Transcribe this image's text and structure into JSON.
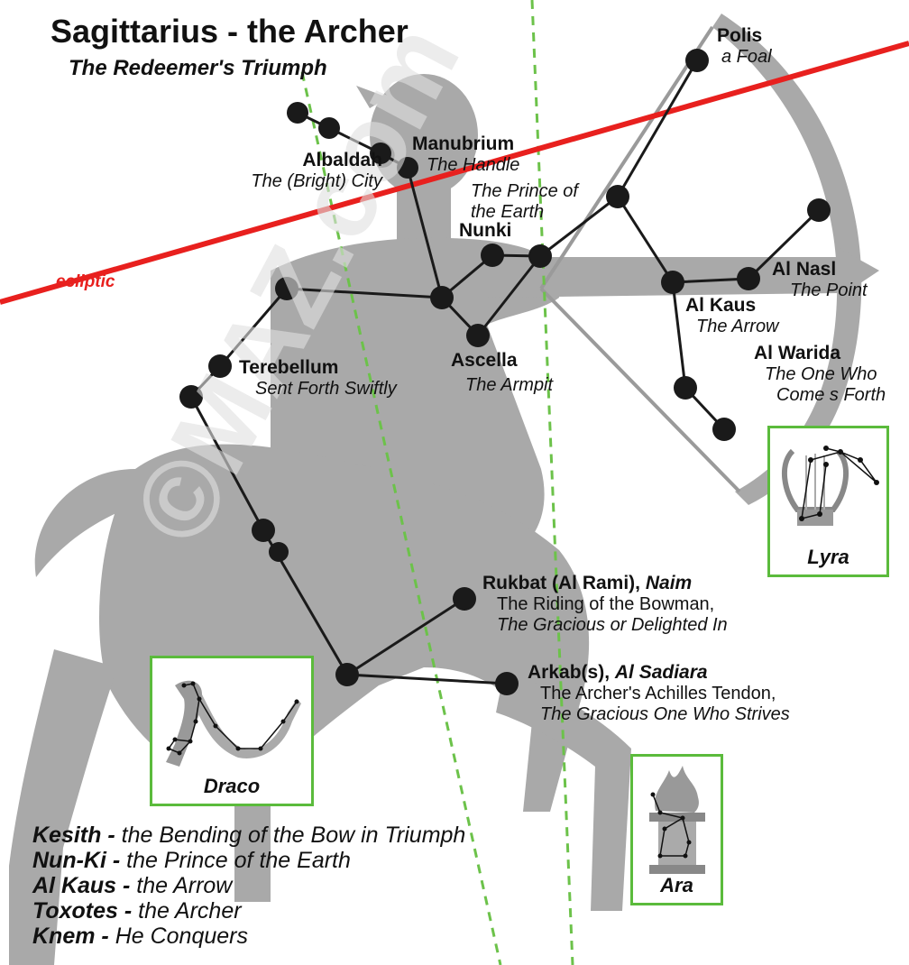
{
  "title": "Sagittarius - the Archer",
  "subtitle": "The Redeemer's Triumph",
  "ecliptic_label": "ecliptic",
  "watermark": "©MAZ.com",
  "colors": {
    "ecliptic": "#e8201e",
    "guide_lines": "#6cc24a",
    "inset_border": "#5bbb3c",
    "silhouette": "#a9a9a9",
    "stars": "#1a1a1a"
  },
  "stars": {
    "polis": {
      "name": "Polis",
      "translation": "a Foal"
    },
    "albaldah": {
      "name": "Albaldah",
      "translation": "The (Bright) City"
    },
    "manubrium": {
      "name": "Manubrium",
      "translation": "The Handle"
    },
    "prince": {
      "translation_line1": "The Prince of",
      "translation_line2": "the Earth"
    },
    "nunki": {
      "name": "Nunki"
    },
    "al_nasl": {
      "name": "Al Nasl",
      "translation": "The Point"
    },
    "al_kaus": {
      "name": "Al Kaus",
      "translation": "The Arrow"
    },
    "al_warida": {
      "name": "Al Warida",
      "translation_line1": "The One Who",
      "translation_line2": "Come s Forth"
    },
    "terebellum": {
      "name": "Terebellum",
      "translation": "Sent Forth Swiftly"
    },
    "ascella": {
      "name": "Ascella",
      "translation": "The Armpit"
    },
    "rukbat": {
      "name": "Rukbat (Al Rami), ",
      "name_italic": "Naim",
      "translation_line1": "The Riding of the Bowman,",
      "translation_line2": "The Gracious or Delighted In"
    },
    "arkab": {
      "name": "Arkab(s), ",
      "name_italic": "Al Sadiara",
      "translation_line1": "The Archer's Achilles Tendon,",
      "translation_line2": "The Gracious One Who Strives"
    }
  },
  "insets": {
    "lyra": "Lyra",
    "draco": "Draco",
    "ara": "Ara"
  },
  "names_list": [
    {
      "term": "Kesith - ",
      "meaning": "the Bending of the Bow in Triumph"
    },
    {
      "term": "Nun-Ki - ",
      "meaning": "the Prince of the Earth"
    },
    {
      "term": "Al Kaus - ",
      "meaning": "the Arrow"
    },
    {
      "term": "Toxotes - ",
      "meaning": "the Archer"
    },
    {
      "term": "Knem - ",
      "meaning": "He Conquers"
    }
  ]
}
